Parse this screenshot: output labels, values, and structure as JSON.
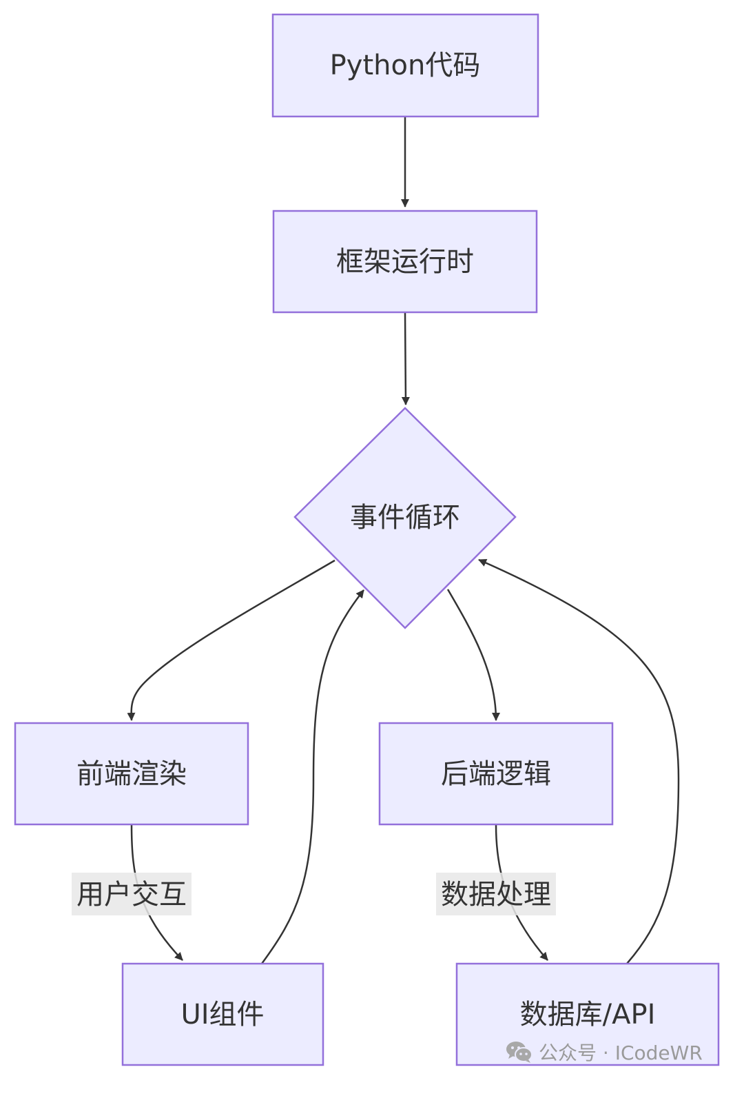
{
  "diagram": {
    "type": "flowchart",
    "direction": "top-down",
    "colors": {
      "node_fill": "#ECECFF",
      "node_border": "#9370DB",
      "edge": "#333333",
      "label_bg": "#E8E8E8",
      "text": "#333333"
    },
    "nodes": [
      {
        "id": "python",
        "label": "Python代码",
        "shape": "rect"
      },
      {
        "id": "runtime",
        "label": "框架运行时",
        "shape": "rect"
      },
      {
        "id": "loop",
        "label": "事件循环",
        "shape": "diamond"
      },
      {
        "id": "frontend",
        "label": "前端渲染",
        "shape": "rect"
      },
      {
        "id": "backend",
        "label": "后端逻辑",
        "shape": "rect"
      },
      {
        "id": "ui",
        "label": "UI组件",
        "shape": "rect"
      },
      {
        "id": "db",
        "label": "数据库/API",
        "shape": "rect"
      }
    ],
    "edges": [
      {
        "from": "python",
        "to": "runtime",
        "label": ""
      },
      {
        "from": "runtime",
        "to": "loop",
        "label": ""
      },
      {
        "from": "loop",
        "to": "frontend",
        "label": ""
      },
      {
        "from": "loop",
        "to": "backend",
        "label": ""
      },
      {
        "from": "frontend",
        "to": "ui",
        "label": "用户交互"
      },
      {
        "from": "backend",
        "to": "db",
        "label": "数据处理"
      },
      {
        "from": "ui",
        "to": "loop",
        "label": ""
      },
      {
        "from": "db",
        "to": "loop",
        "label": ""
      }
    ]
  },
  "watermark": {
    "icon": "wechat-icon",
    "text": "公众号 · ICodeWR"
  }
}
